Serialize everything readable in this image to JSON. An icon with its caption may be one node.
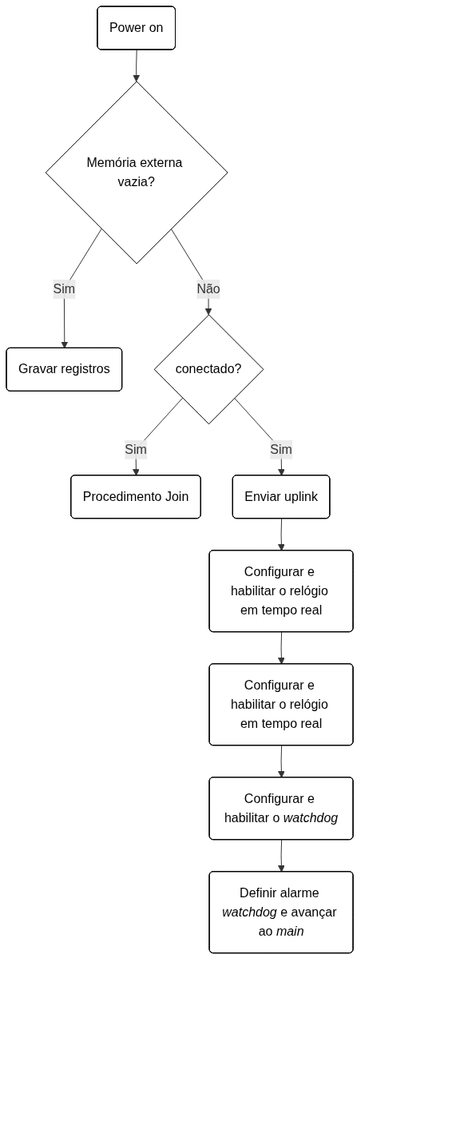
{
  "diagram": {
    "nodes": [
      {
        "text": [
          "Power on"
        ]
      },
      {
        "text": [
          "Memória externa vazia?"
        ]
      },
      {
        "text": [
          "Gravar registros"
        ]
      },
      {
        "text": [
          "conectado?"
        ]
      },
      {
        "text": [
          "Procedimento Join"
        ]
      },
      {
        "text": [
          "Enviar uplink"
        ]
      },
      {
        "text": [
          "Configurar e habilitar o relógio em tempo real"
        ]
      },
      {
        "text": [
          "Configurar e habilitar o relógio em tempo real"
        ]
      },
      {
        "text": [
          "Configurar e habilitar o *watchdog*"
        ]
      },
      {
        "text": [
          "Definir alarme *watchdog* e avançar ao *main*"
        ]
      }
    ],
    "edges": [
      {
        "from": 0,
        "to": 1,
        "arrow": "to"
      },
      {
        "from": 1,
        "to": 2,
        "arrow": "to",
        "label": "Sim"
      },
      {
        "from": 1,
        "to": 3,
        "arrow": "to",
        "label": "Não"
      },
      {
        "from": 3,
        "to": 4,
        "arrow": "to",
        "label": "Sim"
      },
      {
        "from": 3,
        "to": 5,
        "arrow": "to",
        "label": "Sim"
      },
      {
        "from": 5,
        "to": 6,
        "arrow": "to"
      },
      {
        "from": 6,
        "to": 7,
        "arrow": "to"
      },
      {
        "from": 7,
        "to": 8,
        "arrow": "to"
      },
      {
        "from": 8,
        "to": 9,
        "arrow": "to"
      }
    ]
  }
}
